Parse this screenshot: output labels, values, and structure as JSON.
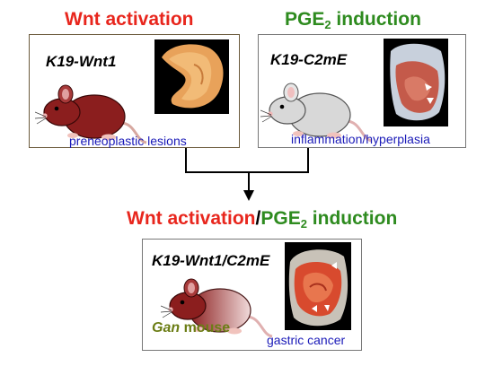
{
  "top_left": {
    "title": "Wnt activation",
    "label": "K19-Wnt1",
    "caption": "preneoplastic lesions"
  },
  "top_right": {
    "title_main": "PGE",
    "title_sub": "2",
    "title_rest": " induction",
    "label": "K19-C2mE",
    "caption": "inflammation/hyperplasia"
  },
  "bottom": {
    "title_wnt": "Wnt activation",
    "title_slash": "/",
    "title_pge": "PGE",
    "title_sub": "2",
    "title_rest": " induction",
    "label": "K19-Wnt1/C2mE",
    "gan_word": "Gan",
    "gan_rest": " mouse",
    "caption": "gastric cancer"
  },
  "colors": {
    "wnt_red": "#e8261d",
    "pge_green": "#2e8b1f",
    "caption_blue": "#1a1ab8",
    "gan_olive": "#6b7d14",
    "mouse_brown": "#8b1e1e",
    "mouse_gray": "#d8d8d8"
  }
}
